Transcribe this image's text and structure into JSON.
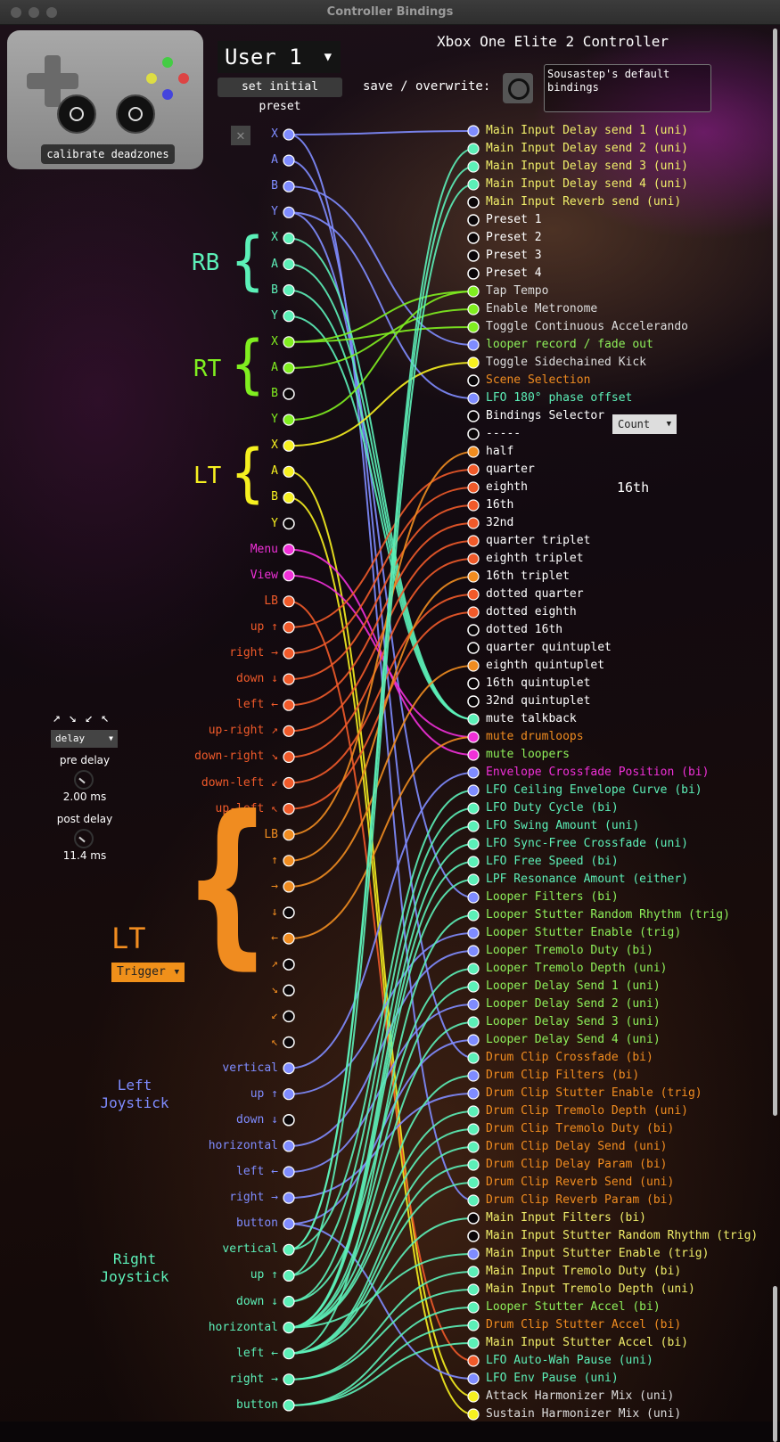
{
  "window": {
    "title": "Controller Bindings"
  },
  "header": {
    "calibrate_label": "calibrate deadzones",
    "user_preset": "User 1",
    "set_initial_label": "set initial preset",
    "save_label": "save / overwrite:",
    "controller_name": "Xbox One Elite 2 Controller",
    "preset_name": "Sousastep's default bindings"
  },
  "groups": {
    "rb": "RB",
    "rt": "RT",
    "lt": "LT",
    "lt_big": "LT"
  },
  "inputs": [
    {
      "label": "X",
      "color": "#7f8cff",
      "filled": true
    },
    {
      "label": "A",
      "color": "#7f8cff",
      "filled": true
    },
    {
      "label": "B",
      "color": "#7f8cff",
      "filled": true
    },
    {
      "label": "Y",
      "color": "#7f8cff",
      "filled": true
    },
    {
      "label": "X",
      "color": "#5cf0b8",
      "filled": true
    },
    {
      "label": "A",
      "color": "#5cf0b8",
      "filled": true
    },
    {
      "label": "B",
      "color": "#5cf0b8",
      "filled": true
    },
    {
      "label": "Y",
      "color": "#5cf0b8",
      "filled": true
    },
    {
      "label": "X",
      "color": "#80ee20",
      "filled": true
    },
    {
      "label": "A",
      "color": "#80ee20",
      "filled": true
    },
    {
      "label": "B",
      "color": "#80ee20",
      "filled": false
    },
    {
      "label": "Y",
      "color": "#80ee20",
      "filled": true
    },
    {
      "label": "X",
      "color": "#f6f020",
      "filled": true
    },
    {
      "label": "A",
      "color": "#f6f020",
      "filled": true
    },
    {
      "label": "B",
      "color": "#f6f020",
      "filled": true
    },
    {
      "label": "Y",
      "color": "#f6f020",
      "filled": false
    },
    {
      "label": "Menu",
      "color": "#f030d8",
      "filled": true
    },
    {
      "label": "View",
      "color": "#f030d8",
      "filled": true
    },
    {
      "label": "LB",
      "color": "#f05a2a",
      "filled": true
    },
    {
      "label": "up ↑",
      "color": "#f05a2a",
      "filled": true
    },
    {
      "label": "right →",
      "color": "#f05a2a",
      "filled": true
    },
    {
      "label": "down ↓",
      "color": "#f05a2a",
      "filled": true
    },
    {
      "label": "left ←",
      "color": "#f05a2a",
      "filled": true
    },
    {
      "label": "up-right ↗",
      "color": "#f05a2a",
      "filled": true
    },
    {
      "label": "down-right ↘",
      "color": "#f05a2a",
      "filled": true
    },
    {
      "label": "down-left ↙",
      "color": "#f05a2a",
      "filled": true
    },
    {
      "label": "up-left ↖",
      "color": "#f05a2a",
      "filled": true
    },
    {
      "label": "LB",
      "color": "#f08c20",
      "filled": true
    },
    {
      "label": "↑",
      "color": "#f08c20",
      "filled": true
    },
    {
      "label": "→",
      "color": "#f08c20",
      "filled": true
    },
    {
      "label": "↓",
      "color": "#f08c20",
      "filled": false
    },
    {
      "label": "←",
      "color": "#f08c20",
      "filled": true
    },
    {
      "label": "↗",
      "color": "#f08c20",
      "filled": false
    },
    {
      "label": "↘",
      "color": "#f08c20",
      "filled": false
    },
    {
      "label": "↙",
      "color": "#f08c20",
      "filled": false
    },
    {
      "label": "↖",
      "color": "#f08c20",
      "filled": false
    },
    {
      "label": "vertical",
      "color": "#7f8cff",
      "filled": true
    },
    {
      "label": "up ↑",
      "color": "#7f8cff",
      "filled": true
    },
    {
      "label": "down ↓",
      "color": "#7f8cff",
      "filled": false
    },
    {
      "label": "horizontal",
      "color": "#7f8cff",
      "filled": true
    },
    {
      "label": "left ←",
      "color": "#7f8cff",
      "filled": true
    },
    {
      "label": "right →",
      "color": "#7f8cff",
      "filled": true
    },
    {
      "label": "button",
      "color": "#7f8cff",
      "filled": true
    },
    {
      "label": "vertical",
      "color": "#5cf0b8",
      "filled": true
    },
    {
      "label": "up ↑",
      "color": "#5cf0b8",
      "filled": true
    },
    {
      "label": "down ↓",
      "color": "#5cf0b8",
      "filled": true
    },
    {
      "label": "horizontal",
      "color": "#5cf0b8",
      "filled": true
    },
    {
      "label": "left ←",
      "color": "#5cf0b8",
      "filled": true
    },
    {
      "label": "right →",
      "color": "#5cf0b8",
      "filled": true
    },
    {
      "label": "button",
      "color": "#5cf0b8",
      "filled": true
    }
  ],
  "outputs": [
    {
      "label": "Main Input Delay send 1 (uni)",
      "color": "#f0ee6a",
      "port": "#7f8cff",
      "filled": true
    },
    {
      "label": "Main Input Delay send 2 (uni)",
      "color": "#f0ee6a",
      "port": "#5cf0b8",
      "filled": true
    },
    {
      "label": "Main Input Delay send 3 (uni)",
      "color": "#f0ee6a",
      "port": "#5cf0b8",
      "filled": true
    },
    {
      "label": "Main Input Delay send 4 (uni)",
      "color": "#f0ee6a",
      "port": "#5cf0b8",
      "filled": true
    },
    {
      "label": "Main Input Reverb send (uni)",
      "color": "#f0ee6a",
      "port": "#ffffff",
      "filled": false
    },
    {
      "label": "Preset 1",
      "color": "#ffffff",
      "port": "#ffffff",
      "filled": false
    },
    {
      "label": "Preset 2",
      "color": "#ffffff",
      "port": "#ffffff",
      "filled": false
    },
    {
      "label": "Preset 3",
      "color": "#ffffff",
      "port": "#ffffff",
      "filled": false
    },
    {
      "label": "Preset 4",
      "color": "#ffffff",
      "port": "#ffffff",
      "filled": false
    },
    {
      "label": "Tap Tempo",
      "color": "#dddddd",
      "port": "#80ee20",
      "filled": true
    },
    {
      "label": "Enable Metronome",
      "color": "#dddddd",
      "port": "#80ee20",
      "filled": true
    },
    {
      "label": "Toggle Continuous Accelerando",
      "color": "#dddddd",
      "port": "#80ee20",
      "filled": true
    },
    {
      "label": "looper record / fade out",
      "color": "#8ef05a",
      "port": "#7f8cff",
      "filled": true
    },
    {
      "label": "Toggle Sidechained Kick",
      "color": "#dddddd",
      "port": "#f6f020",
      "filled": true
    },
    {
      "label": "Scene Selection",
      "color": "#f08c20",
      "port": "#ffffff",
      "filled": false
    },
    {
      "label": "LFO 180° phase offset",
      "color": "#5cf0b8",
      "port": "#7f8cff",
      "filled": true
    },
    {
      "label": "Bindings Selector",
      "color": "#ffffff",
      "port": "#ffffff",
      "filled": false
    },
    {
      "label": "-----",
      "color": "#ffffff",
      "port": "#ffffff",
      "filled": false
    },
    {
      "label": "half",
      "color": "#ffffff",
      "port": "#f08c20",
      "filled": true
    },
    {
      "label": "quarter",
      "color": "#ffffff",
      "port": "#f05a2a",
      "filled": true
    },
    {
      "label": "eighth",
      "color": "#ffffff",
      "port": "#f05a2a",
      "filled": true
    },
    {
      "label": "16th",
      "color": "#ffffff",
      "port": "#f05a2a",
      "filled": true
    },
    {
      "label": "32nd",
      "color": "#ffffff",
      "port": "#f05a2a",
      "filled": true
    },
    {
      "label": "quarter triplet",
      "color": "#ffffff",
      "port": "#f05a2a",
      "filled": true
    },
    {
      "label": "eighth triplet",
      "color": "#ffffff",
      "port": "#f05a2a",
      "filled": true
    },
    {
      "label": "16th triplet",
      "color": "#ffffff",
      "port": "#f08c20",
      "filled": true
    },
    {
      "label": "dotted quarter",
      "color": "#ffffff",
      "port": "#f05a2a",
      "filled": true
    },
    {
      "label": "dotted eighth",
      "color": "#ffffff",
      "port": "#f05a2a",
      "filled": true
    },
    {
      "label": "dotted 16th",
      "color": "#ffffff",
      "port": "#ffffff",
      "filled": false
    },
    {
      "label": "quarter quintuplet",
      "color": "#ffffff",
      "port": "#ffffff",
      "filled": false
    },
    {
      "label": "eighth quintuplet",
      "color": "#ffffff",
      "port": "#f08c20",
      "filled": true
    },
    {
      "label": "16th quintuplet",
      "color": "#ffffff",
      "port": "#ffffff",
      "filled": false
    },
    {
      "label": "32nd quintuplet",
      "color": "#ffffff",
      "port": "#ffffff",
      "filled": false
    },
    {
      "label": "mute talkback",
      "color": "#ffffff",
      "port": "#5cf0b8",
      "filled": true
    },
    {
      "label": "mute drumloops",
      "color": "#f08c20",
      "port": "#f030d8",
      "filled": true
    },
    {
      "label": "mute loopers",
      "color": "#8ef05a",
      "port": "#f030d8",
      "filled": true
    },
    {
      "label": "Envelope Crossfade Position (bi)",
      "color": "#f030d8",
      "port": "#7f8cff",
      "filled": true
    },
    {
      "label": "LFO Ceiling Envelope Curve (bi)",
      "color": "#5cf0b8",
      "port": "#7f8cff",
      "filled": true
    },
    {
      "label": "LFO Duty Cycle (bi)",
      "color": "#5cf0b8",
      "port": "#5cf0b8",
      "filled": true
    },
    {
      "label": "LFO Swing Amount (uni)",
      "color": "#5cf0b8",
      "port": "#5cf0b8",
      "filled": true
    },
    {
      "label": "LFO Sync-Free Crossfade (uni)",
      "color": "#5cf0b8",
      "port": "#5cf0b8",
      "filled": true
    },
    {
      "label": "LFO Free Speed (bi)",
      "color": "#5cf0b8",
      "port": "#5cf0b8",
      "filled": true
    },
    {
      "label": "LPF Resonance Amount (either)",
      "color": "#5cf0b8",
      "port": "#5cf0b8",
      "filled": true
    },
    {
      "label": "Looper Filters (bi)",
      "color": "#8ef05a",
      "port": "#7f8cff",
      "filled": true
    },
    {
      "label": "Looper Stutter Random Rhythm (trig)",
      "color": "#8ef05a",
      "port": "#5cf0b8",
      "filled": true
    },
    {
      "label": "Looper Stutter Enable (trig)",
      "color": "#8ef05a",
      "port": "#7f8cff",
      "filled": true
    },
    {
      "label": "Looper Tremolo Duty (bi)",
      "color": "#8ef05a",
      "port": "#7f8cff",
      "filled": true
    },
    {
      "label": "Looper Tremolo Depth (uni)",
      "color": "#8ef05a",
      "port": "#5cf0b8",
      "filled": true
    },
    {
      "label": "Looper Delay Send 1 (uni)",
      "color": "#8ef05a",
      "port": "#5cf0b8",
      "filled": true
    },
    {
      "label": "Looper Delay Send 2 (uni)",
      "color": "#8ef05a",
      "port": "#7f8cff",
      "filled": true
    },
    {
      "label": "Looper Delay Send 3 (uni)",
      "color": "#8ef05a",
      "port": "#5cf0b8",
      "filled": true
    },
    {
      "label": "Looper Delay Send 4 (uni)",
      "color": "#8ef05a",
      "port": "#7f8cff",
      "filled": true
    },
    {
      "label": "Drum Clip Crossfade (bi)",
      "color": "#f08c20",
      "port": "#5cf0b8",
      "filled": true
    },
    {
      "label": "Drum Clip Filters (bi)",
      "color": "#f08c20",
      "port": "#7f8cff",
      "filled": true
    },
    {
      "label": "Drum Clip Stutter Enable (trig)",
      "color": "#f08c20",
      "port": "#7f8cff",
      "filled": true
    },
    {
      "label": "Drum Clip Tremolo Depth (uni)",
      "color": "#f08c20",
      "port": "#5cf0b8",
      "filled": true
    },
    {
      "label": "Drum Clip Tremolo Duty (bi)",
      "color": "#f08c20",
      "port": "#5cf0b8",
      "filled": true
    },
    {
      "label": "Drum Clip Delay Send (uni)",
      "color": "#f08c20",
      "port": "#5cf0b8",
      "filled": true
    },
    {
      "label": "Drum Clip Delay Param (bi)",
      "color": "#f08c20",
      "port": "#5cf0b8",
      "filled": true
    },
    {
      "label": "Drum Clip Reverb Send (uni)",
      "color": "#f08c20",
      "port": "#5cf0b8",
      "filled": true
    },
    {
      "label": "Drum Clip Reverb Param (bi)",
      "color": "#f08c20",
      "port": "#5cf0b8",
      "filled": true
    },
    {
      "label": "Main Input Filters (bi)",
      "color": "#f0ee6a",
      "port": "#ffffff",
      "filled": false
    },
    {
      "label": "Main Input Stutter Random Rhythm (trig)",
      "color": "#f0ee6a",
      "port": "#ffffff",
      "filled": false
    },
    {
      "label": "Main Input Stutter Enable (trig)",
      "color": "#f0ee6a",
      "port": "#7f8cff",
      "filled": true
    },
    {
      "label": "Main Input Tremolo Duty (bi)",
      "color": "#f0ee6a",
      "port": "#5cf0b8",
      "filled": true
    },
    {
      "label": "Main Input Tremolo Depth (uni)",
      "color": "#f0ee6a",
      "port": "#5cf0b8",
      "filled": true
    },
    {
      "label": "Looper Stutter Accel (bi)",
      "color": "#8ef05a",
      "port": "#5cf0b8",
      "filled": true
    },
    {
      "label": "Drum Clip Stutter Accel (bi)",
      "color": "#f08c20",
      "port": "#5cf0b8",
      "filled": true
    },
    {
      "label": "Main Input Stutter Accel (bi)",
      "color": "#f0ee6a",
      "port": "#5cf0b8",
      "filled": true
    },
    {
      "label": "LFO Auto-Wah Pause (uni)",
      "color": "#5cf0b8",
      "port": "#f05a2a",
      "filled": true
    },
    {
      "label": "LFO Env Pause (uni)",
      "color": "#5cf0b8",
      "port": "#7f8cff",
      "filled": true
    },
    {
      "label": "Attack Harmonizer Mix (uni)",
      "color": "#dddddd",
      "port": "#f6f020",
      "filled": true
    },
    {
      "label": "Sustain Harmonizer Mix (uni)",
      "color": "#dddddd",
      "port": "#f6f020",
      "filled": true
    }
  ],
  "wires": [
    [
      0,
      0,
      "#7f8cff"
    ],
    [
      0,
      60,
      "#7f8cff"
    ],
    [
      1,
      52,
      "#7f8cff"
    ],
    [
      2,
      12,
      "#7f8cff"
    ],
    [
      3,
      15,
      "#7f8cff"
    ],
    [
      3,
      43,
      "#7f8cff"
    ],
    [
      4,
      33,
      "#5cf0b8"
    ],
    [
      5,
      33,
      "#5cf0b8"
    ],
    [
      6,
      33,
      "#5cf0b8"
    ],
    [
      7,
      33,
      "#5cf0b8"
    ],
    [
      8,
      9,
      "#80ee20"
    ],
    [
      8,
      11,
      "#80ee20"
    ],
    [
      9,
      10,
      "#80ee20"
    ],
    [
      11,
      9,
      "#80ee20"
    ],
    [
      12,
      13,
      "#f6f020"
    ],
    [
      13,
      71,
      "#f6f020"
    ],
    [
      14,
      72,
      "#f6f020"
    ],
    [
      16,
      35,
      "#f030d8"
    ],
    [
      17,
      34,
      "#f030d8"
    ],
    [
      18,
      69,
      "#f05a2a"
    ],
    [
      19,
      19,
      "#f05a2a"
    ],
    [
      20,
      20,
      "#f05a2a"
    ],
    [
      21,
      21,
      "#f05a2a"
    ],
    [
      22,
      22,
      "#f05a2a"
    ],
    [
      23,
      23,
      "#f05a2a"
    ],
    [
      24,
      24,
      "#f05a2a"
    ],
    [
      25,
      26,
      "#f05a2a"
    ],
    [
      26,
      27,
      "#f05a2a"
    ],
    [
      27,
      18,
      "#f08c20"
    ],
    [
      28,
      25,
      "#f08c20"
    ],
    [
      29,
      30,
      "#f08c20"
    ],
    [
      31,
      34,
      "#f08c20"
    ],
    [
      36,
      36,
      "#7f8cff"
    ],
    [
      37,
      45,
      "#7f8cff"
    ],
    [
      39,
      46,
      "#7f8cff"
    ],
    [
      40,
      49,
      "#7f8cff"
    ],
    [
      41,
      54,
      "#7f8cff"
    ],
    [
      42,
      51,
      "#7f8cff"
    ],
    [
      42,
      70,
      "#7f8cff"
    ],
    [
      43,
      1,
      "#5cf0b8"
    ],
    [
      43,
      2,
      "#5cf0b8"
    ],
    [
      43,
      37,
      "#5cf0b8"
    ],
    [
      44,
      3,
      "#5cf0b8"
    ],
    [
      44,
      38,
      "#5cf0b8"
    ],
    [
      45,
      39,
      "#5cf0b8"
    ],
    [
      45,
      47,
      "#5cf0b8"
    ],
    [
      46,
      40,
      "#5cf0b8"
    ],
    [
      46,
      41,
      "#5cf0b8"
    ],
    [
      46,
      42,
      "#5cf0b8"
    ],
    [
      46,
      48,
      "#5cf0b8"
    ],
    [
      46,
      50,
      "#5cf0b8"
    ],
    [
      46,
      53,
      "#5cf0b8"
    ],
    [
      46,
      55,
      "#5cf0b8"
    ],
    [
      46,
      56,
      "#5cf0b8"
    ],
    [
      47,
      44,
      "#5cf0b8"
    ],
    [
      47,
      57,
      "#5cf0b8"
    ],
    [
      47,
      58,
      "#5cf0b8"
    ],
    [
      47,
      59,
      "#5cf0b8"
    ],
    [
      48,
      64,
      "#5cf0b8"
    ],
    [
      48,
      65,
      "#5cf0b8"
    ],
    [
      49,
      66,
      "#5cf0b8"
    ],
    [
      49,
      67,
      "#5cf0b8"
    ],
    [
      49,
      68,
      "#5cf0b8"
    ],
    [
      47,
      61,
      "#5cf0b8"
    ],
    [
      46,
      63,
      "#5cf0b8"
    ]
  ],
  "side": {
    "count_label": "Count",
    "sixteenth": "16th",
    "arrows": "↗ ↘ ↙ ↖",
    "delay_dd": "delay",
    "pre_delay": "pre delay",
    "pre_value": "2.00 ms",
    "post_delay": "post delay",
    "post_value": "11.4 ms",
    "trigger_dd": "Trigger",
    "left_joystick": "Left\nJoystick",
    "right_joystick": "Right\nJoystick"
  },
  "icons": {
    "dropdown": "triangle-down-icon",
    "close": "close-icon"
  }
}
